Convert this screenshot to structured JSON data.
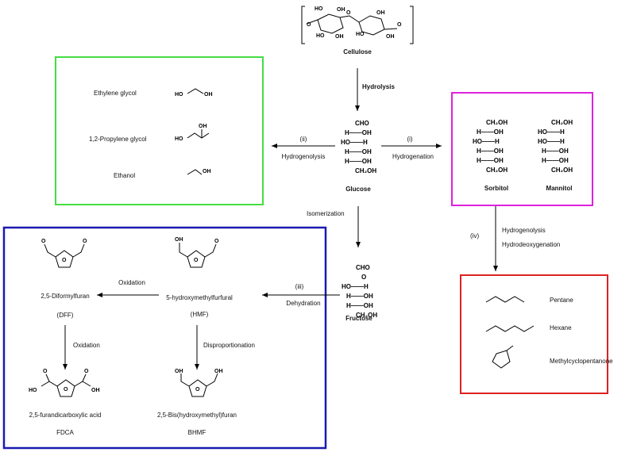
{
  "cellulose": {
    "label": "Cellulose",
    "oh": "OH",
    "ho": "HO",
    "o": "O"
  },
  "hydrolysis": "Hydrolysis",
  "glucose": {
    "label": "Glucose",
    "rows": [
      "CHO",
      "H——OH",
      "HO——H",
      "H——OH",
      "H——OH",
      "CH₂OH"
    ]
  },
  "route_i": {
    "num": "(i)",
    "name": "Hydrogenation"
  },
  "route_ii": {
    "num": "(ii)",
    "name": "Hydrogenolysis"
  },
  "route_iii": {
    "num": "(iii)",
    "name": "Dehydration"
  },
  "route_iv": {
    "num": "(iv)",
    "name1": "Hydrogenolysis",
    "name2": "Hydrodeoxygenation"
  },
  "isomerization": "Isomerization",
  "polyols_box": {
    "color": "#44dd44",
    "items": [
      "Ethylene glycol",
      "1,2-Propylene glycol",
      "Ethanol"
    ]
  },
  "sugar_alcohols_box": {
    "color": "#dd22dd",
    "sorbitol": {
      "label": "Sorbitol",
      "rows": [
        "CH₂OH",
        "H——OH",
        "HO——H",
        "H——OH",
        "H——OH",
        "CH₂OH"
      ]
    },
    "mannitol": {
      "label": "Mannitol",
      "rows": [
        "CH₂OH",
        "HO——H",
        "HO——H",
        "H——OH",
        "H——OH",
        "CH₂OH"
      ]
    }
  },
  "alkanes_box": {
    "color": "#dd2222",
    "items": [
      "Pentane",
      "Hexane",
      "Methylcyclopentanone"
    ]
  },
  "furan_box": {
    "color": "#1a1ab0",
    "dff_name": "2,5-Diformylfuran",
    "dff_abbr": "(DFF)",
    "hmf_name": "5-hydroxymethylfurfural",
    "hmf_abbr": "(HMF)",
    "fdca_name": "2,5-furandicarboxylic acid",
    "fdca_abbr": "FDCA",
    "bhmf_name": "2,5-Bis(hydroxymethyl)furan",
    "bhmf_abbr": "BHMF",
    "oxidation1": "Oxidation",
    "oxidation2": "Oxidation",
    "disproportionation": "Disproportionation"
  },
  "fructose": {
    "label": "Fructose",
    "rows": [
      "CHO",
      "O",
      "HO——H",
      "H——OH",
      "H——OH",
      "CH₂OH"
    ]
  }
}
